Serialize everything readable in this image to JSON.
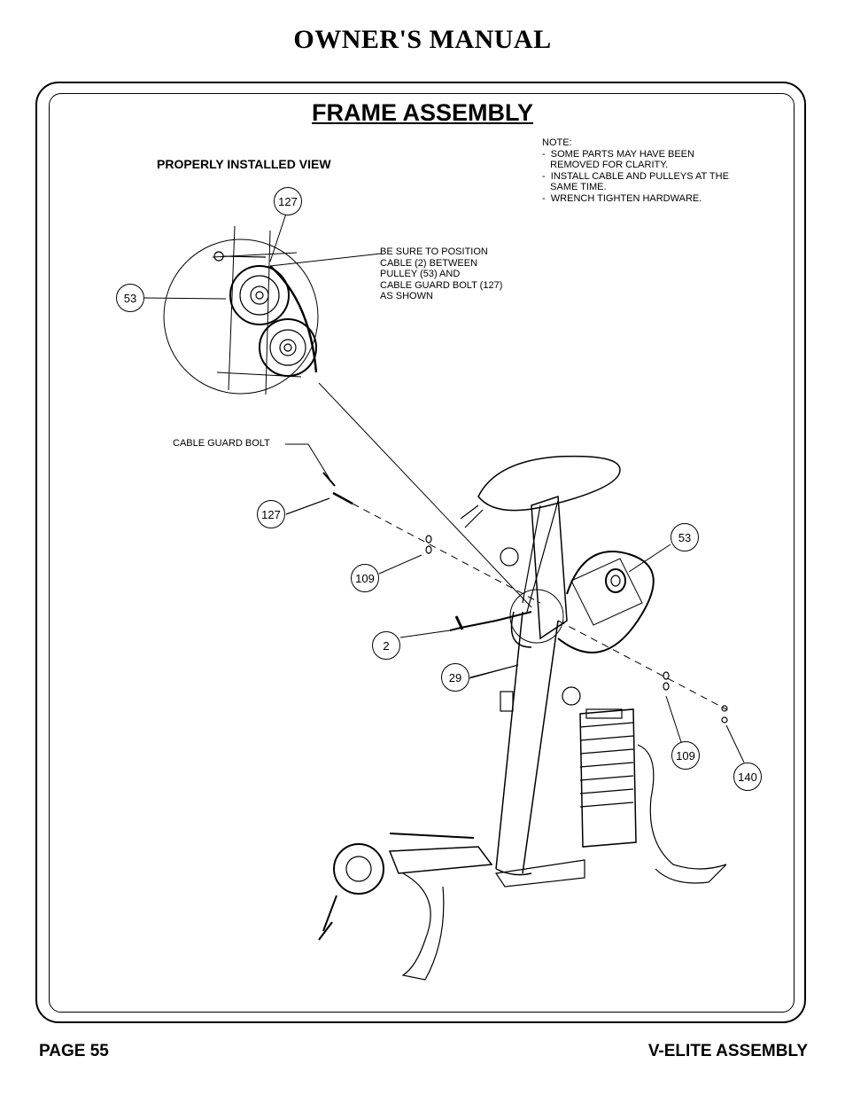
{
  "header": {
    "title": "OWNER'S MANUAL"
  },
  "page_title": "FRAME ASSEMBLY",
  "detail_label": "PROPERLY INSTALLED VIEW",
  "note": "NOTE:\n-  SOME PARTS MAY HAVE BEEN\n   REMOVED FOR CLARITY.\n-  INSTALL CABLE AND PULLEYS AT THE\n   SAME TIME.\n-  WRENCH TIGHTEN HARDWARE.",
  "detail_callout": "BE SURE TO POSITION\nCABLE (2) BETWEEN\nPULLEY (53) AND\nCABLE GUARD BOLT (127)\nAS SHOWN",
  "cable_guard_label": "CABLE GUARD BOLT",
  "balloons": {
    "detail_127": "127",
    "detail_53": "53",
    "bolt_127": "127",
    "washer_109_left": "109",
    "pulley_53": "53",
    "cable_2": "2",
    "frame_29": "29",
    "washer_109_right": "109",
    "nut_140": "140"
  },
  "footer": {
    "page": "PAGE 55",
    "section": "V-ELITE ASSEMBLY"
  }
}
